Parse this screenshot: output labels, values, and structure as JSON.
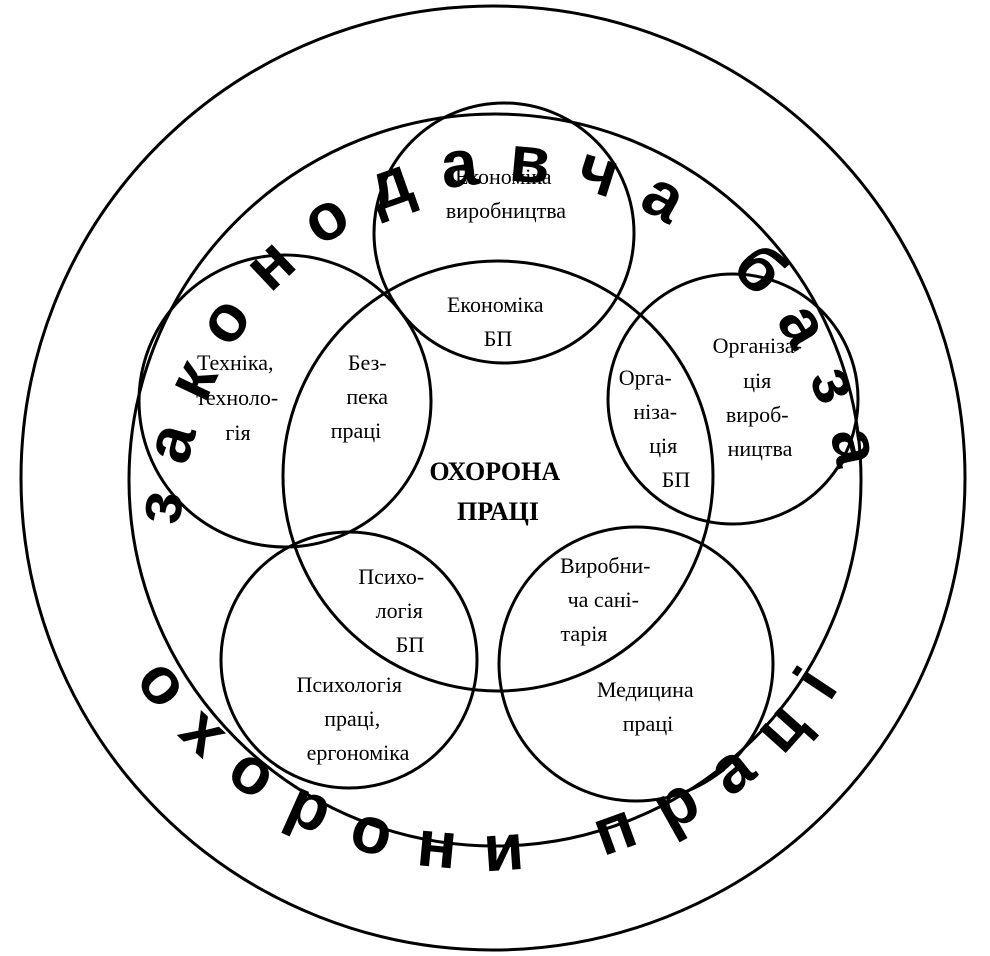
{
  "outer_text": {
    "top": "законодавча база",
    "bottom": "охорони праці"
  },
  "center_title": [
    "ОХОРОНА",
    "ПРАЦІ"
  ],
  "circles": [
    {
      "id": "economics",
      "label": [
        "Економіка",
        "виробництва"
      ]
    },
    {
      "id": "technology",
      "label": [
        "Техніка,",
        "техноло-",
        "гія"
      ]
    },
    {
      "id": "organization",
      "label": [
        "Організа-",
        "ція",
        "вироб-",
        "ництва"
      ]
    },
    {
      "id": "psychology",
      "label": [
        "Психологія",
        "праці,",
        "ергономіка"
      ]
    },
    {
      "id": "medicine",
      "label": [
        "Медицина",
        "праці"
      ]
    }
  ],
  "overlaps": [
    {
      "id": "economics-sb",
      "label": [
        "Економіка",
        "БП"
      ]
    },
    {
      "id": "safety",
      "label": [
        "Без-",
        "пека",
        "праці"
      ]
    },
    {
      "id": "organization-sb",
      "label": [
        "Орга-",
        "ніза-",
        "ція",
        "БП"
      ]
    },
    {
      "id": "psychology-sb",
      "label": [
        "Психо-",
        "логія",
        "БП"
      ]
    },
    {
      "id": "sanitation",
      "label": [
        "Виробни-",
        "ча сані-",
        "тарія"
      ]
    }
  ]
}
